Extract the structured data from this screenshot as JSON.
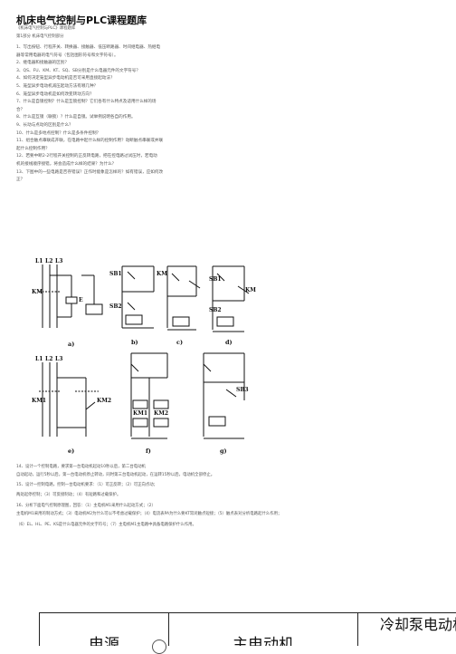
{
  "doc": {
    "title": "机床电气控制与PLC课程题库",
    "subtitle": "《机床电气控制与PLC》课程题库",
    "section": "第1部分 机床电气控制部分",
    "questions": [
      "1、写出按钮、行程开关、转换器、接触器、低压断路器、时间继电器、热继电",
      "器等常用电器的电气符号（包括图形符号和文字符号）。",
      "2、继电器和接触器的区别？",
      "3、QS、FU、KM、KT、SQ、SB分别是什么电器元件的文字符号？",
      "4、如何决定笼型异步电动机是否可采用直接起动法？",
      "5、笼型异步电动机减压起动方法有哪几种？",
      "6、笼型异步电动机是如何改变转动方向？",
      "7、什么是自锁控制？什么是互锁控制？它们各有什么特点及适用什么样的场",
      "合？",
      "8、什么是互锁（联锁）？什么是自锁。试举例说明各自的作用。",
      "9、长动与点动的区别是什么？",
      "10、什么是多地点控制？什么是多条件控制？",
      "11、组合触点串联成开联，在电路中起什么样的控制作用？动断触点串联或并联",
      "起什么控制作用？",
      "12、若要中断2-2行程开关控制的正反转电路，把在控电路过试压时，若电动",
      "机的接线顺序接错，将会造成什么样的结果？为什么？",
      "13、下图中的一些电路是否存错误？正作时能象是怎样的？如有错误，应如何改",
      "正？"
    ],
    "lower": [
      "14、设计一个控制电路，要求第一台电动机起动10秒以后，第二台电动机",
      "自动起动，运行5秒以后，第一台电动机停止转动，同时第三台电动机起动，在运转15秒以后，电动机全部停止。",
      "15、设计一控制电路，控制一台电动机要求：（1）可正反转；（2）可正向点动；",
      "两处起停控制；（3）可反接制动；（4）有短路和过载保护。",
      "16、分析下面电气控制原理图，回答：（1）主电机M1采用什么起动方式；（2）",
      "主电机M1采用的制动方式；（3）电动机M2为什么可以不考虑过载保护；（4）电流表PA为什么要KT常闭触点短接；（5）触点表对分析电路起什么作用；",
      "（6）EL、HL、PE、KS是什么电器元件的文字符号；（7）主电机M1主电路中具备电路保护什么作用。"
    ]
  },
  "diagrams": {
    "labels": [
      "L1",
      "L2",
      "L3",
      "KM",
      "E",
      "SB1",
      "SB2",
      "KM1",
      "KM2",
      "SB3"
    ],
    "captions": [
      "a)",
      "b)",
      "c)",
      "d)",
      "e)",
      "f)",
      "g)"
    ]
  },
  "table": {
    "cells": [
      "电源",
      "主电动机",
      "冷却泵电动机"
    ]
  }
}
